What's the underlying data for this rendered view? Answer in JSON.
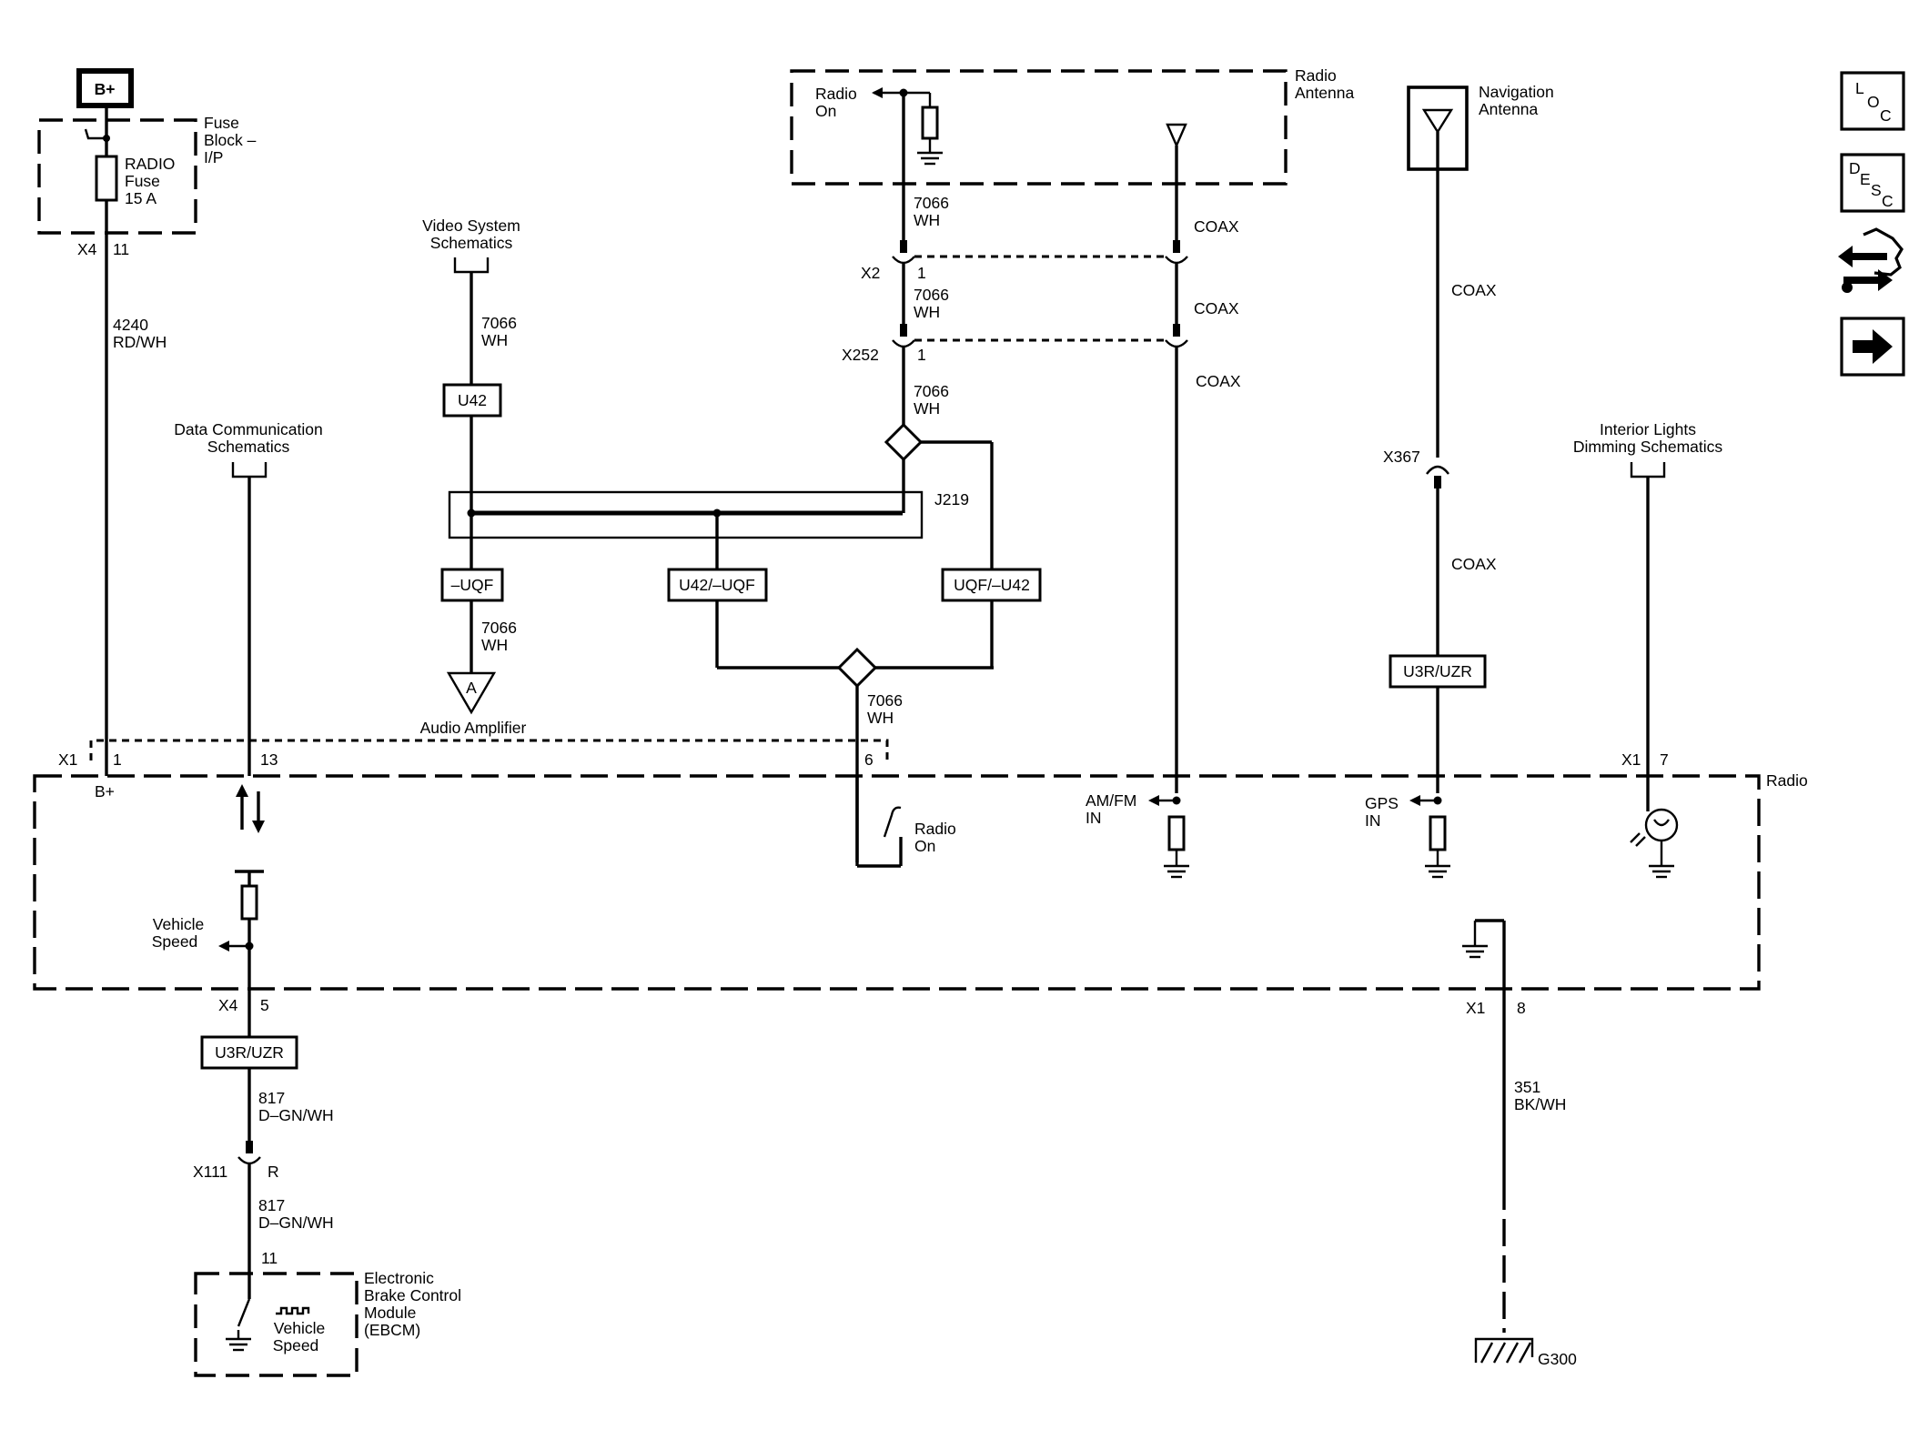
{
  "power": {
    "bplus_label": "B+"
  },
  "fuse_block": {
    "title_line1": "Fuse",
    "title_line2": "Block –",
    "title_line3": "I/P",
    "fuse_line1": "RADIO",
    "fuse_line2": "Fuse",
    "fuse_line3": "15 A",
    "connector": "X4",
    "pin": "11"
  },
  "wires": {
    "w4240_num": "4240",
    "w4240_color": "RD/WH",
    "w7066_num": "7066",
    "w7066_color": "WH",
    "w817_num": "817",
    "w817_color": "D–GN/WH",
    "w351_num": "351",
    "w351_color": "BK/WH",
    "coax": "COAX"
  },
  "references": {
    "data_comm_line1": "Data Communication",
    "data_comm_line2": "Schematics",
    "video_line1": "Video System",
    "video_line2": "Schematics",
    "interior_line1": "Interior Lights",
    "interior_line2": "Dimming Schematics",
    "audio_amp": "Audio Amplifier",
    "audio_amp_symbol": "A"
  },
  "options": {
    "u42": "U42",
    "neg_uqf": "–UQF",
    "u42_neg_uqf": "U42/–UQF",
    "uqf_neg_u42": "UQF/–U42",
    "u3r_uzr": "U3R/UZR"
  },
  "splice": {
    "j219": "J219"
  },
  "antenna_box": {
    "title_line1": "Radio",
    "title_line2": "Antenna",
    "radio_on_line1": "Radio",
    "radio_on_line2": "On"
  },
  "nav_antenna": {
    "title_line1": "Navigation",
    "title_line2": "Antenna"
  },
  "connectors": {
    "x2": "X2",
    "x2_pin": "1",
    "x252": "X252",
    "x252_pin": "1",
    "x367": "X367",
    "x111": "X111",
    "x111_pin": "R",
    "x1": "X1",
    "x4": "X4",
    "pin1": "1",
    "pin13": "13",
    "pin6": "6",
    "pin7": "7",
    "pin5": "5",
    "pin8": "8",
    "ebcm_pin": "11"
  },
  "radio": {
    "title": "Radio",
    "bplus": "B+",
    "radio_on_line1": "Radio",
    "radio_on_line2": "On",
    "amfm_line1": "AM/FM",
    "amfm_line2": "IN",
    "gps_line1": "GPS",
    "gps_line2": "IN",
    "vehicle_speed_line1": "Vehicle",
    "vehicle_speed_line2": "Speed"
  },
  "ebcm": {
    "title_line1": "Electronic",
    "title_line2": "Brake Control",
    "title_line3": "Module",
    "title_line4": "(EBCM)",
    "vs_line1": "Vehicle",
    "vs_line2": "Speed"
  },
  "ground": {
    "g300": "G300"
  },
  "nav_icons": {
    "loc_l": "L",
    "loc_o": "O",
    "loc_c": "C",
    "desc_d": "D",
    "desc_e": "E",
    "desc_s": "S",
    "desc_c": "C"
  }
}
